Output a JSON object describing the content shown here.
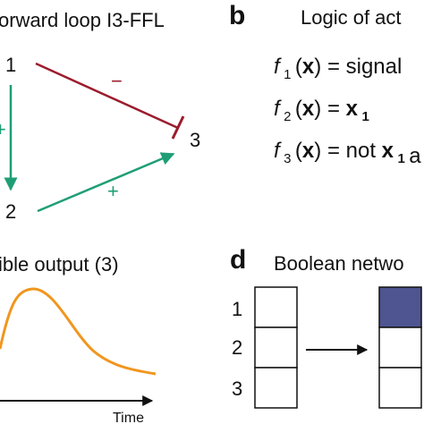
{
  "panel_a": {
    "title": "orward loop I3-FFL",
    "node_1": "1",
    "node_2": "2",
    "node_3": "3",
    "sign_repress": "−",
    "sign_activate_left": "+",
    "sign_activate_bottom": "+",
    "colors": {
      "repression": "#9b1c2c",
      "activation": "#1f9e76"
    }
  },
  "panel_b": {
    "letter": "b",
    "title": "Logic of act",
    "f1": {
      "f": "f",
      "sub": "1",
      "x": "x",
      "rhs": "signal"
    },
    "f2": {
      "f": "f",
      "sub": "2",
      "x": "x",
      "rhs_x": "x",
      "rhs_sub": "1"
    },
    "f3": {
      "f": "f",
      "sub": "3",
      "x": "x",
      "rhs_not": "not",
      "rhs_x": "x",
      "rhs_sub": "1",
      "rhs_tail": "a"
    }
  },
  "panel_c": {
    "title": "ible output (3)",
    "xlabel": "Time",
    "colors": {
      "curve": "#f0961e"
    }
  },
  "panel_d": {
    "letter": "d",
    "title": "Boolean netwo",
    "row_labels": [
      "1",
      "2",
      "3"
    ],
    "state_before": [
      0,
      0,
      0
    ],
    "state_after": [
      1,
      0,
      0
    ],
    "colors": {
      "on": "#4e5590",
      "off": "#ffffff"
    }
  }
}
